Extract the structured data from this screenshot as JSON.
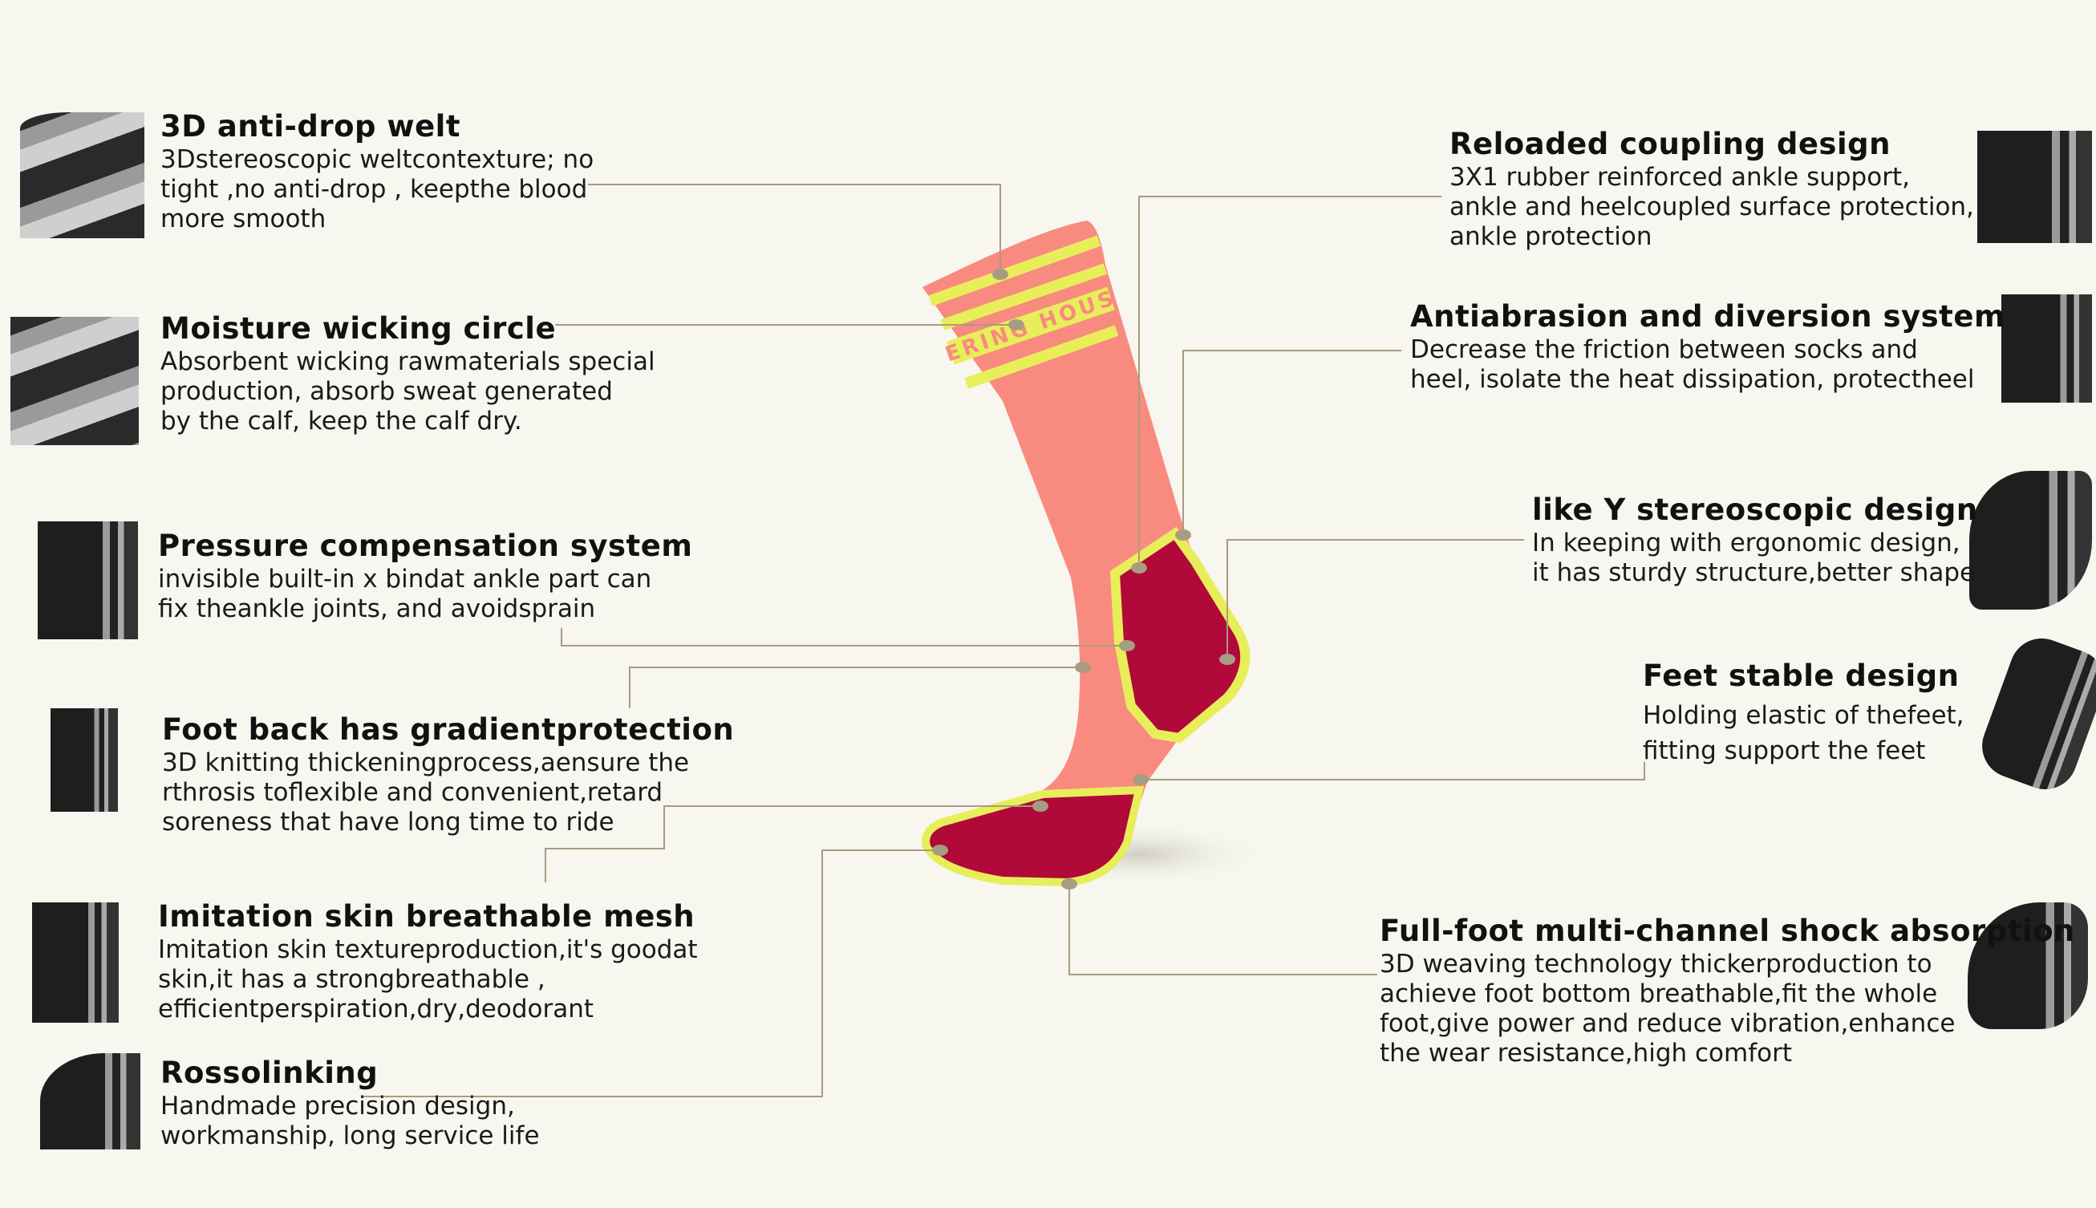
{
  "colors": {
    "background": "#f7f6ef",
    "leader_line": "#a89c80",
    "sock_pink": "#f98a80",
    "sock_yellow": "#e7ee5a",
    "sock_crimson": "#b0093a"
  },
  "sock_logo_text": "ERING HOUS",
  "left_features": [
    {
      "title": "3D anti-drop welt",
      "lines": [
        "3Dstereoscopic weltcontexture; no",
        "tight ,no anti-drop , keepthe blood",
        "more smooth"
      ]
    },
    {
      "title": "Moisture wicking circle",
      "lines": [
        "Absorbent wicking rawmaterials special",
        "production, absorb sweat generated",
        "by the calf, keep the calf dry."
      ]
    },
    {
      "title": "Pressure compensation system",
      "lines": [
        "invisible built-in x bindat ankle part can",
        "fix theankle joints, and avoidsprain"
      ]
    },
    {
      "title": "Foot back has gradientprotection",
      "lines": [
        "3D knitting thickeningprocess,aensure the",
        "rthrosis toflexible and convenient,retard",
        "soreness that have long time to ride"
      ]
    },
    {
      "title": "Imitation skin breathable mesh",
      "lines": [
        "Imitation skin textureproduction,it's goodat",
        "skin,it has a strongbreathable ,",
        "efficientperspiration,dry,deodorant"
      ]
    },
    {
      "title": "Rossolinking",
      "lines": [
        "Handmade precision design,",
        "workmanship, long service life"
      ]
    }
  ],
  "right_features": [
    {
      "title": "Reloaded coupling design",
      "lines": [
        "3X1 rubber reinforced ankle support,",
        "ankle and heelcoupled surface protection,",
        "ankle protection"
      ]
    },
    {
      "title": "Antiabrasion and diversion system",
      "lines": [
        "Decrease the friction between socks and",
        "heel, isolate the heat dissipation, protectheel"
      ]
    },
    {
      "title": "like Y stereoscopic design",
      "lines": [
        "In keeping with ergonomic design,",
        "it has sturdy structure,better shape"
      ]
    },
    {
      "title": "Feet stable design",
      "lines": [
        "Holding elastic of thefeet,",
        "fitting support the feet"
      ]
    },
    {
      "title": "Full-foot multi-channel shock absorption",
      "lines": [
        "3D weaving technology thickerproduction to",
        "achieve foot bottom breathable,fit the whole",
        "foot,give power and reduce vibration,enhance",
        "the wear resistance,high comfort"
      ]
    }
  ]
}
